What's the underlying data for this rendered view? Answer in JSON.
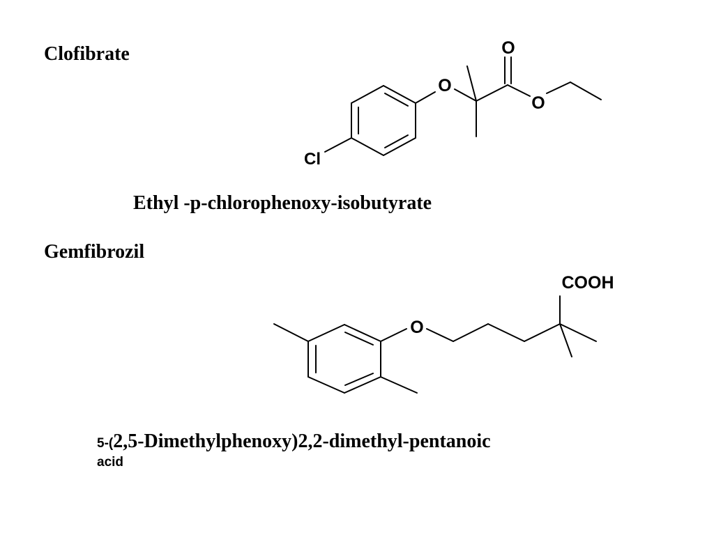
{
  "clofibrate": {
    "title": "Clofibrate",
    "chemical_name": "Ethyl -p-chlorophenoxy-isobutyrate",
    "atom_labels": {
      "chlorine": "Cl",
      "ether_oxygen": "O",
      "carbonyl_oxygen": "O",
      "ester_oxygen": "O"
    }
  },
  "gemfibrozil": {
    "title": "Gemfibrozil",
    "chemical_name_prefix": "5-(",
    "chemical_name_main": "2,5-Dimethylphenoxy)2,2-dimethyl-pentanoic",
    "chemical_name_line2": "acid",
    "atom_labels": {
      "ether_oxygen": "O",
      "carboxyl_group": "COOH"
    }
  }
}
